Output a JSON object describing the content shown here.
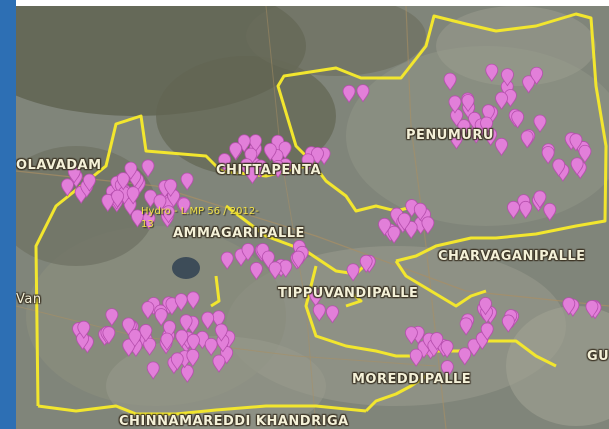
{
  "map": {
    "base": "satellite-imagery",
    "colors": {
      "boundary": "#f2e62e",
      "marker": "#e27fd9",
      "marker_outline": "#b64fae",
      "strip": "#2d6fb4"
    },
    "labels": {
      "penumuru": "PENUMURU",
      "olavadam": "OLAVADAM",
      "chittapenta": "CHITTAPENTA",
      "ammagaripalle": "AMMAGARIPALLE",
      "charvaganipalle": "CHARVAGANIPALLE",
      "tippuvandipalle": "TIPPUVANDIPALLE",
      "moreddipalle": "MOREDDIPALLE",
      "chinnamareddi": "CHINNAMAREDDI KHANDRIGA",
      "edge_left": "Van",
      "edge_right": "GU",
      "mine_line1": "Hydro - L.MP 56 / 2012-",
      "mine_line2": "13"
    },
    "marker_icon": "map-pin-icon"
  }
}
